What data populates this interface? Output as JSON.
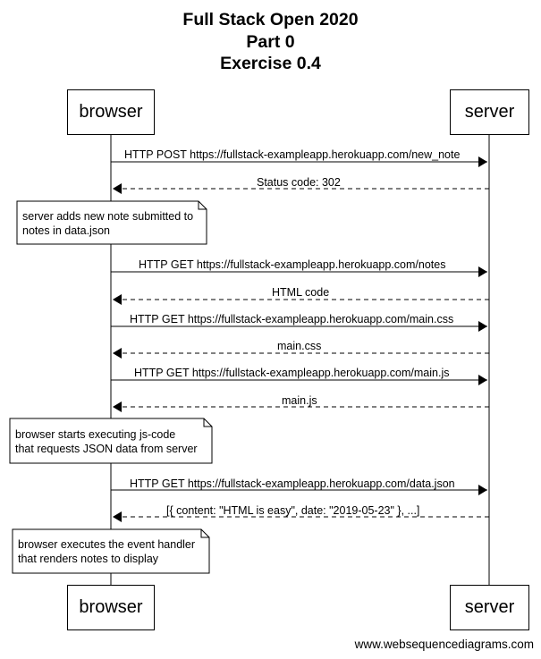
{
  "title": {
    "line1": "Full Stack Open 2020",
    "line2": "Part 0",
    "line3": "Exercise 0.4"
  },
  "actors": {
    "browser": "browser",
    "server": "server"
  },
  "messages": [
    {
      "text": "HTTP POST https://fullstack-exampleapp.herokuapp.com/new_note",
      "direction": "browser-to-server",
      "style": "solid"
    },
    {
      "text": "Status code: 302",
      "direction": "server-to-browser",
      "style": "dashed"
    },
    {
      "text": "HTTP GET https://fullstack-exampleapp.herokuapp.com/notes",
      "direction": "browser-to-server",
      "style": "solid"
    },
    {
      "text": "HTML code",
      "direction": "server-to-browser",
      "style": "dashed"
    },
    {
      "text": "HTTP GET https://fullstack-exampleapp.herokuapp.com/main.css",
      "direction": "browser-to-server",
      "style": "solid"
    },
    {
      "text": "main.css",
      "direction": "server-to-browser",
      "style": "dashed"
    },
    {
      "text": "HTTP GET https://fullstack-exampleapp.herokuapp.com/main.js",
      "direction": "browser-to-server",
      "style": "solid"
    },
    {
      "text": "main.js",
      "direction": "server-to-browser",
      "style": "dashed"
    },
    {
      "text": "HTTP GET https://fullstack-exampleapp.herokuapp.com/data.json",
      "direction": "browser-to-server",
      "style": "solid"
    },
    {
      "text": "[{ content: \"HTML is easy\", date: \"2019-05-23\" }, ...]",
      "direction": "server-to-browser",
      "style": "dashed"
    }
  ],
  "notes": [
    {
      "lines": [
        "server adds new note submitted to",
        "notes in data.json"
      ]
    },
    {
      "lines": [
        "browser starts executing js-code",
        "that requests JSON data from server"
      ]
    },
    {
      "lines": [
        "browser executes the event handler",
        "that renders notes to display"
      ]
    }
  ],
  "footer": "www.websequencediagrams.com"
}
